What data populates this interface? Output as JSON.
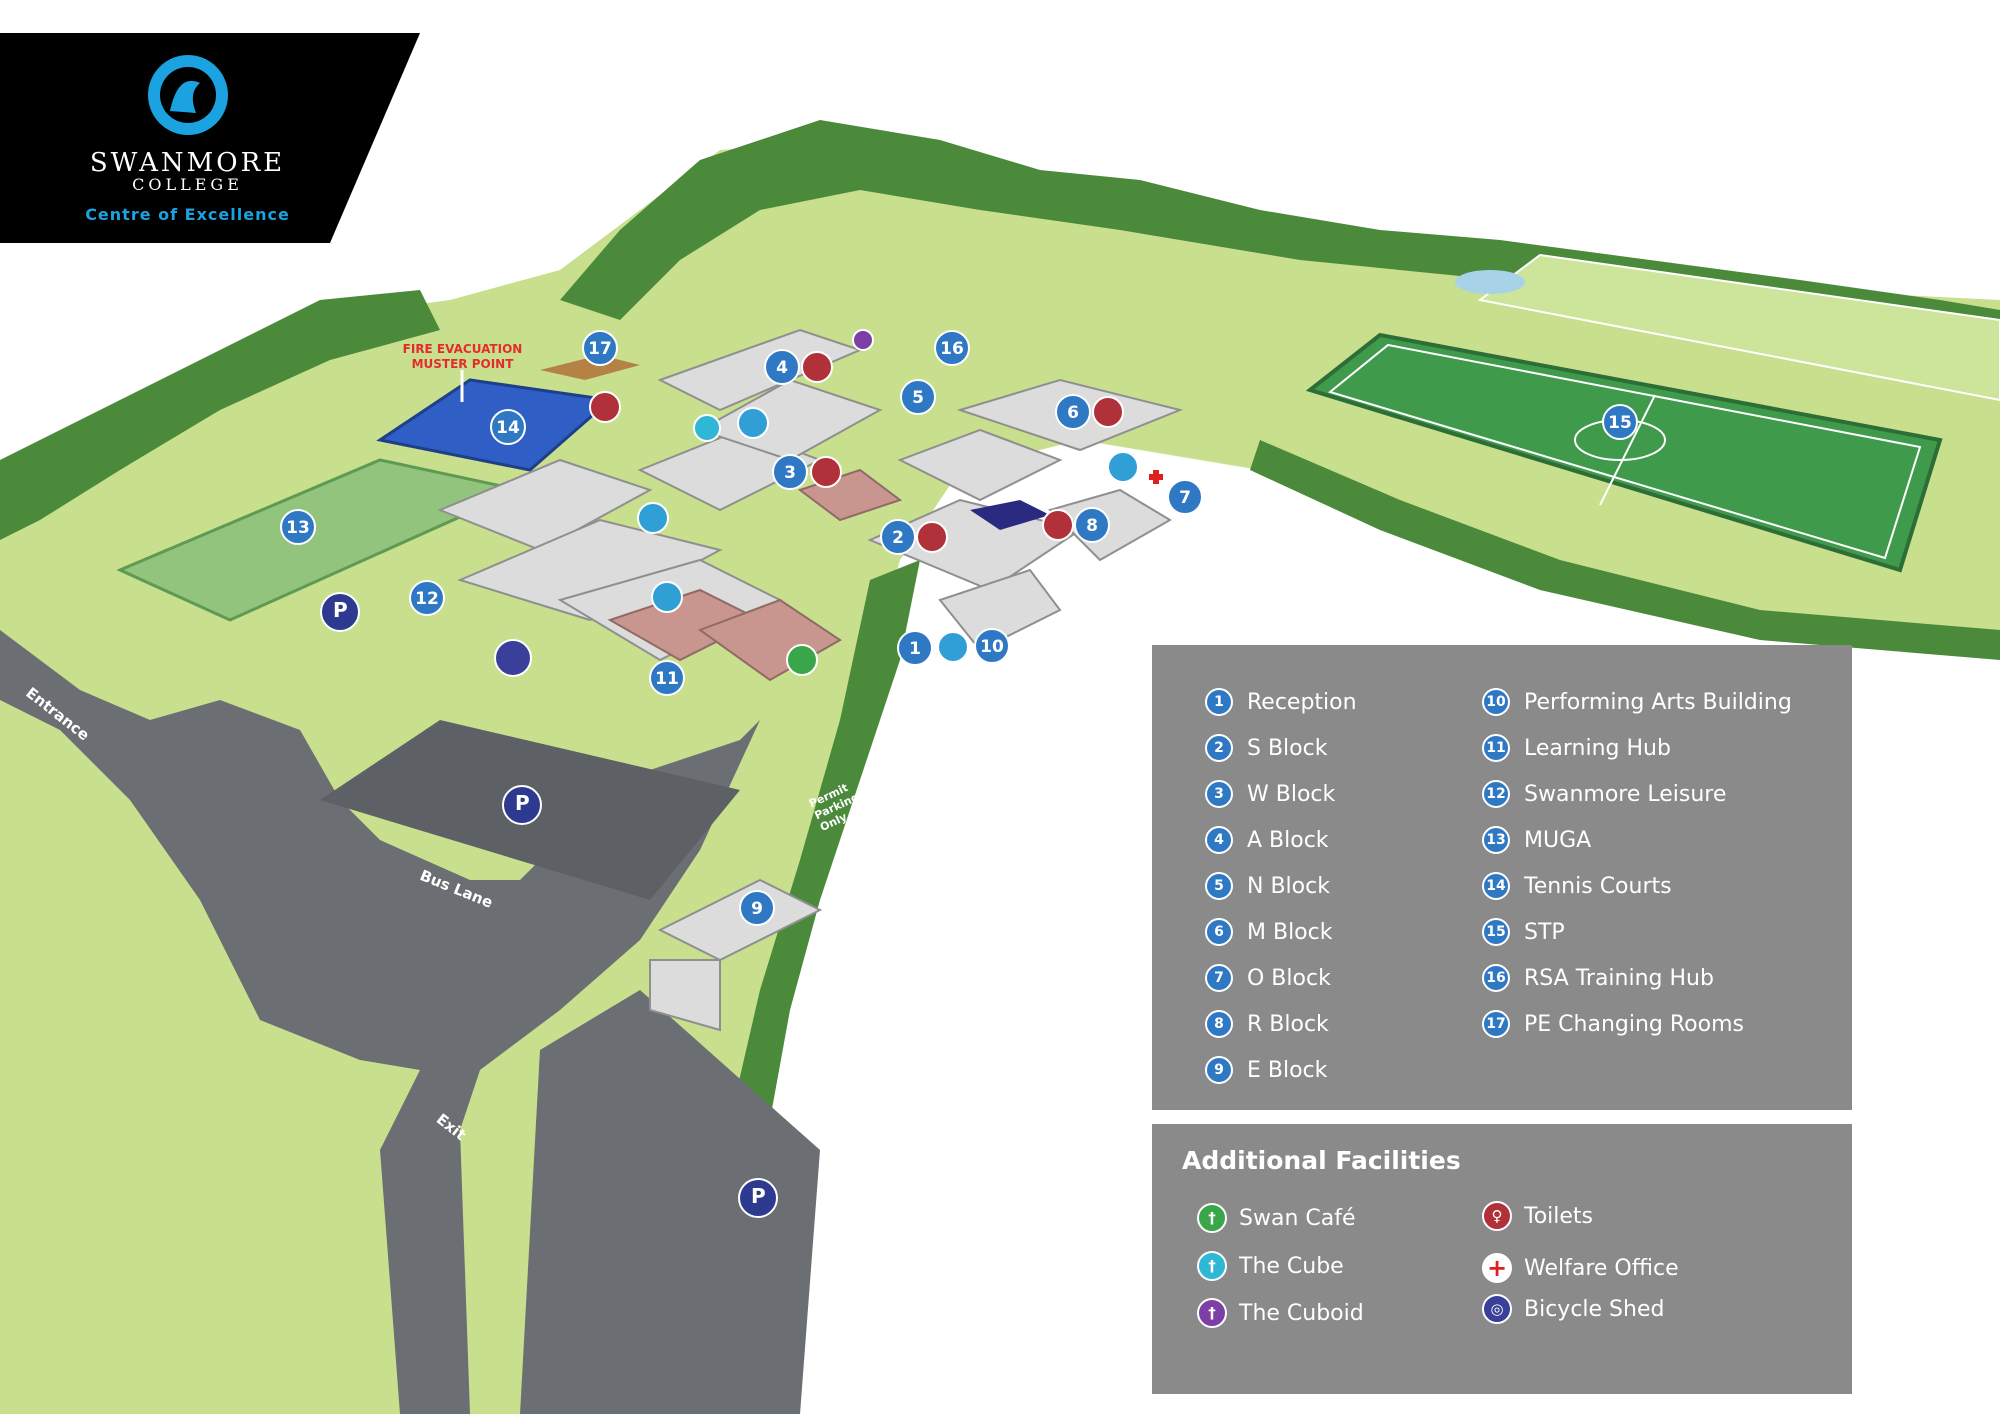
{
  "logo": {
    "name_line1": "SWANMORE",
    "name_line2": "COLLEGE",
    "tagline": "Centre of Excellence"
  },
  "map_labels": {
    "muster": "FIRE EVACUATION MUSTER POINT",
    "entrance": "Entrance",
    "exit": "Exit",
    "bus_lane": "Bus Lane",
    "permit_parking": "Permit Parking Only",
    "parking_symbol": "P"
  },
  "legend": {
    "left": [
      {
        "num": "1",
        "label": "Reception"
      },
      {
        "num": "2",
        "label": "S Block"
      },
      {
        "num": "3",
        "label": "W Block"
      },
      {
        "num": "4",
        "label": "A Block"
      },
      {
        "num": "5",
        "label": "N Block"
      },
      {
        "num": "6",
        "label": "M Block"
      },
      {
        "num": "7",
        "label": "O Block"
      },
      {
        "num": "8",
        "label": "R Block"
      },
      {
        "num": "9",
        "label": "E Block"
      }
    ],
    "right": [
      {
        "num": "10",
        "label": "Performing Arts Building"
      },
      {
        "num": "11",
        "label": "Learning Hub"
      },
      {
        "num": "12",
        "label": "Swanmore Leisure"
      },
      {
        "num": "13",
        "label": "MUGA"
      },
      {
        "num": "14",
        "label": "Tennis Courts"
      },
      {
        "num": "15",
        "label": "STP"
      },
      {
        "num": "16",
        "label": "RSA Training Hub"
      },
      {
        "num": "17",
        "label": "PE Changing Rooms"
      }
    ]
  },
  "facilities": {
    "title": "Additional Facilities",
    "items": [
      {
        "icon": "fork-knife-icon",
        "color": "#3aa64a",
        "label": "Swan Café"
      },
      {
        "icon": "fork-knife-icon",
        "color": "#2fb7d6",
        "label": "The Cube"
      },
      {
        "icon": "fork-knife-icon",
        "color": "#7d3fa6",
        "label": "The Cuboid"
      },
      {
        "icon": "toilets-icon",
        "color": "#b0313a",
        "label": "Toilets"
      },
      {
        "icon": "red-cross-icon",
        "color": "#e02020",
        "label": "Welfare Office"
      },
      {
        "icon": "bicycle-icon",
        "color": "#3a3f9a",
        "label": "Bicycle Shed"
      }
    ]
  },
  "colors": {
    "badge_blue": "#2f78c4",
    "panel_grey": "#8a8a8a",
    "grass": "#c8df8e",
    "pitch": "#3f9a4b",
    "tennis": "#2f5fc4",
    "road": "#6b6e72",
    "parking_badge": "#2e3a8f",
    "logo_bg": "#000000",
    "logo_blue": "#1aa3e0"
  }
}
